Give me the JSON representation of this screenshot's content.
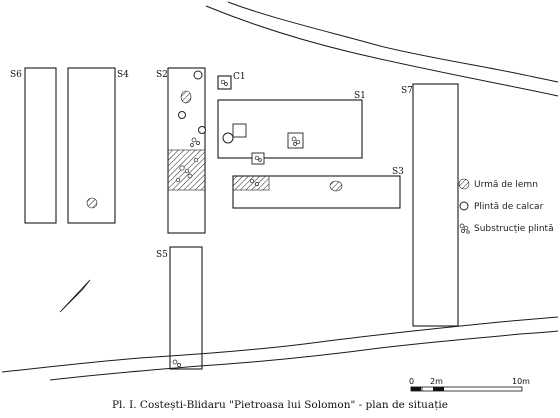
{
  "trenches": {
    "s6": "S6",
    "s4": "S4",
    "s2": "S2",
    "c1": "C1",
    "s1": "S1",
    "s3": "S3",
    "s7": "S7",
    "s5": "S5"
  },
  "legend": {
    "wood_traces": "Urmă de lemn",
    "limestone_plinth": "Plintă de calcar",
    "plinth_substructure": "Substrucție plintă"
  },
  "scale": {
    "zero": "0",
    "mid": "2m",
    "end": "10m"
  },
  "caption": "Pl. I. Costești-Blidaru \"Pietroasa lui Solomon\" - plan de situație"
}
